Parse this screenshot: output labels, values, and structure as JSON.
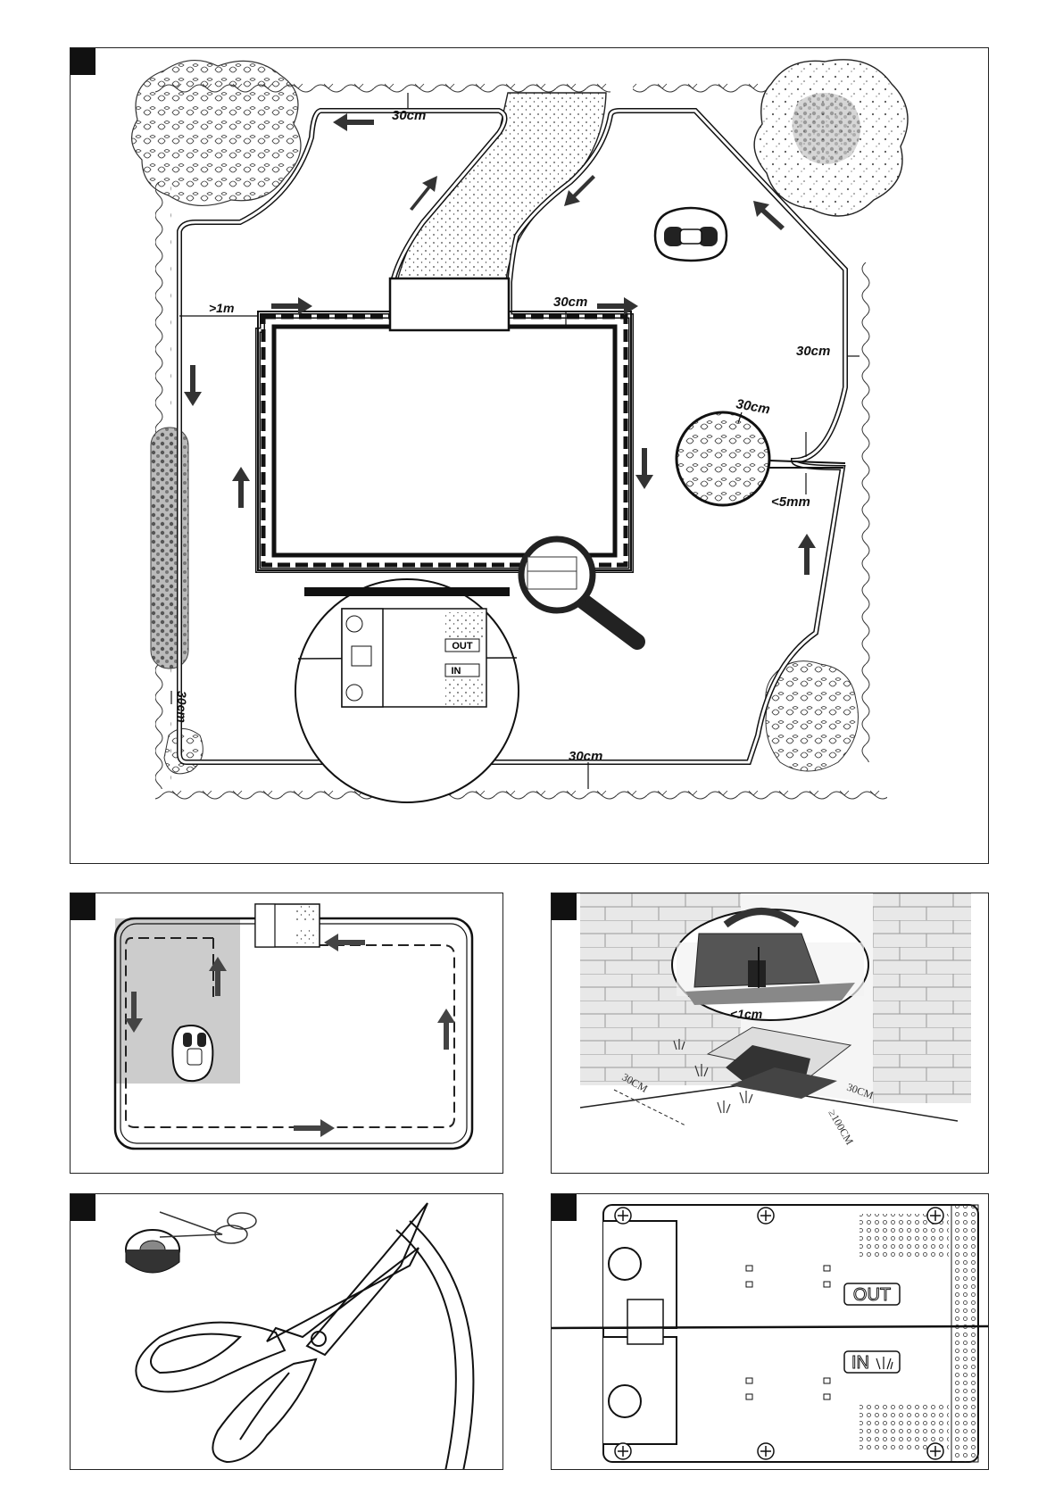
{
  "panel1": {
    "labels": {
      "top_dist": "30cm",
      "lawn_edge": ">1m",
      "pool_dist": "30cm",
      "right_dist": "30cm",
      "tree_dist": "30cm",
      "gap": "<5mm",
      "left_dist": "30cm",
      "bottom_dist": "30cm"
    },
    "station_labels": {
      "out": "OUT",
      "in": "IN"
    }
  },
  "panel3": {
    "labels": {
      "gap": "<1cm",
      "side_dist": "30CM",
      "front_dist": "≥100CM",
      "back_dist": "30CM"
    }
  },
  "panel5": {
    "station_labels": {
      "out": "OUT",
      "in": "IN"
    }
  }
}
